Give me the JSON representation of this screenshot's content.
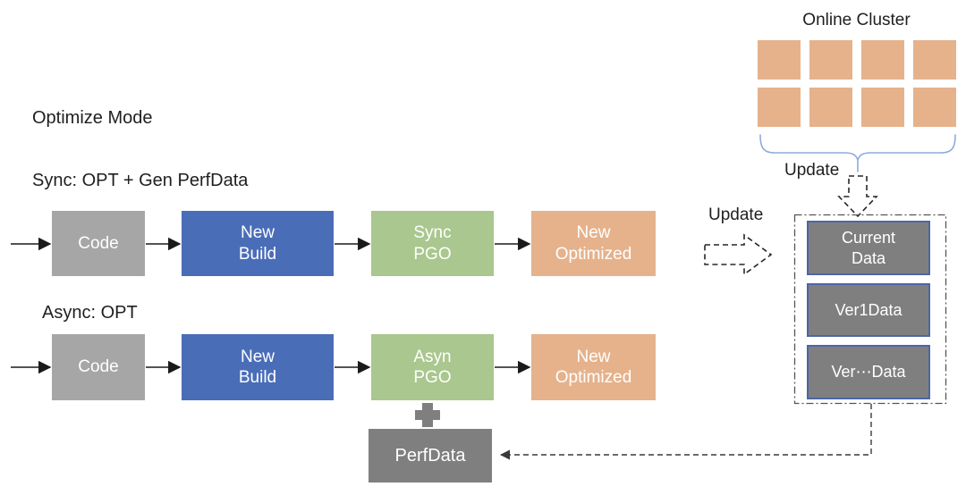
{
  "labels": {
    "optimize_mode": "Optimize Mode",
    "sync_mode": "Sync: OPT + Gen PerfData",
    "async_mode": "Async: OPT"
  },
  "cluster": {
    "title": "Online Cluster",
    "node_count": 8,
    "update_label": "Update"
  },
  "update_mid_label": "Update",
  "sync_flow": {
    "boxes": [
      {
        "label": "Code",
        "color": "gray"
      },
      {
        "label": "New\nBuild",
        "color": "blue"
      },
      {
        "label": "Sync\nPGO",
        "color": "green"
      },
      {
        "label": "New\nOptimized",
        "color": "orange"
      }
    ]
  },
  "async_flow": {
    "boxes": [
      {
        "label": "Code",
        "color": "gray"
      },
      {
        "label": "New\nBuild",
        "color": "blue"
      },
      {
        "label": "Asyn\nPGO",
        "color": "green"
      },
      {
        "label": "New\nOptimized",
        "color": "orange"
      }
    ]
  },
  "data_store": {
    "items": [
      {
        "label": "Current\nData"
      },
      {
        "label": "Ver1Data"
      },
      {
        "label": "Ver⋯Data"
      }
    ]
  },
  "perfdata": {
    "label": "PerfData"
  },
  "colors": {
    "code_gray": "#a6a6a6",
    "build_blue": "#4a6db8",
    "pgo_green": "#a9c78e",
    "optimized_orange": "#e5b28c",
    "dark_gray": "#7f7f7f",
    "data_box_border": "#4d66a6",
    "brace_blue": "#8faadc",
    "arrow_black": "#1a1a1a",
    "dashed_gray": "#3a3a3a"
  }
}
